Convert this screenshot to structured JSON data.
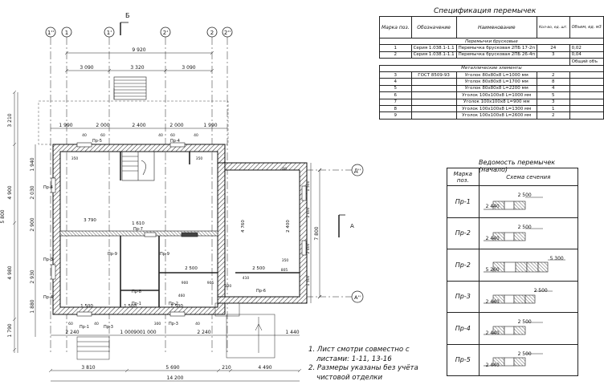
{
  "plan": {
    "axes_top": [
      "1''",
      "1",
      "1'",
      "2'",
      "2",
      "2''"
    ],
    "axes_right": [
      "Д''",
      "A''"
    ],
    "section_marks": [
      "Б",
      "A"
    ],
    "dims_top_overall": "9 920",
    "dims_top_chain": [
      "3 090",
      "3 320",
      "3 090"
    ],
    "dims_top_inner": [
      "1 990",
      "2 000",
      "2 400",
      "2 000",
      "1 990"
    ],
    "dims_left": [
      "3 210",
      "4 900",
      "4 980",
      "1 790",
      "5 800"
    ],
    "dims_left_inner": [
      "1 940",
      "2 030",
      "2 900",
      "2 930",
      "1 880"
    ],
    "dims_right": [
      "7 800"
    ],
    "dims_right_inner": [
      "1 500",
      "2 400",
      "2 400",
      "1 500"
    ],
    "dims_bottom_inner": [
      "2 240",
      "1 000",
      "900",
      "1 000",
      "2 240",
      "1 440"
    ],
    "dims_bottom_chain": [
      "3 810",
      "5 690",
      "210",
      "4 490"
    ],
    "dims_bottom_overall": "14 200",
    "room_dims": [
      "3 790",
      "1 610",
      "2 500",
      "2 500",
      "1 500",
      "1 500",
      "1 500",
      "4 760",
      "2 400"
    ],
    "small_dims": [
      "40",
      "60",
      "40",
      "350",
      "60",
      "40",
      "350",
      "60",
      "40",
      "460",
      "410",
      "805",
      "905",
      "350",
      "900",
      "120",
      "40",
      "300",
      "40"
    ],
    "lintels": [
      "Пр-5",
      "Пр-4",
      "Пр-7",
      "Пр-9",
      "Пр-8",
      "Пр-1",
      "Пр-2",
      "Пр-3",
      "Пр-4",
      "Пр-6",
      "Пр-9",
      "Пр-1",
      "Пр-3",
      "Пр-3",
      "Пр-4"
    ],
    "notes": [
      "1. Лист смотри совместно с",
      "листами: 1-11, 13-16",
      "2. Размеры указаны без учёта",
      "чистовой отделки"
    ]
  },
  "spec": {
    "title": "Спецификация перемычек",
    "headers": [
      "Марка поз.",
      "Обозначение",
      "Наименование",
      "Кол-во, ед. шт.",
      "Объем, ед. м3"
    ],
    "section_1": "Перемычки брусковые",
    "rows_1": [
      [
        "1",
        "Серия 1.038.1-1.1",
        "Перемычка брусковая 2ПБ 17-2п",
        "24",
        "0,02"
      ],
      [
        "2",
        "Серия 1.038.1-1.1",
        "Перемычка брусковая 2ПБ 26-4п",
        "3",
        "0,04"
      ]
    ],
    "total_1": "Общий объ",
    "section_2": "Металлические элементы",
    "rows_2": [
      [
        "3",
        "ГОСТ 8509-93",
        "Уголок 80х80х8 L=1000 мм",
        "2",
        ""
      ],
      [
        "4",
        "",
        "Уголок 80х80х8 L=1700 мм",
        "8",
        ""
      ],
      [
        "5",
        "",
        "Уголок 80х80х8 L=2200 мм",
        "4",
        ""
      ],
      [
        "6",
        "",
        "Уголок 100х100х8 L=1000 мм",
        "5",
        ""
      ],
      [
        "7",
        "",
        "Уголок 100х100х8 L=900 мм",
        "3",
        ""
      ],
      [
        "8",
        "",
        "Уголок 100х100х8 L=1300 мм",
        "1",
        ""
      ],
      [
        "9",
        "",
        "Уголок 100х100х8 L=2600 мм",
        "2",
        ""
      ]
    ]
  },
  "vedomost": {
    "title": "Ведомость перемычек (начало)",
    "headers": [
      "Марка поз.",
      "Схема сечения"
    ],
    "rows": [
      {
        "mark": "Пр-1",
        "dims": [
          "2 440",
          "2 500"
        ]
      },
      {
        "mark": "Пр-2",
        "dims": [
          "2 440",
          "2 500"
        ]
      },
      {
        "mark": "Пр-2",
        "dims": [
          "5 260",
          "5 300"
        ]
      },
      {
        "mark": "Пр-3",
        "dims": [
          "2 440",
          "2 500"
        ]
      },
      {
        "mark": "Пр-4",
        "dims": [
          "2 440",
          "2 500"
        ]
      },
      {
        "mark": "Пр-5",
        "dims": [
          "2 440",
          "2 500"
        ]
      }
    ]
  }
}
